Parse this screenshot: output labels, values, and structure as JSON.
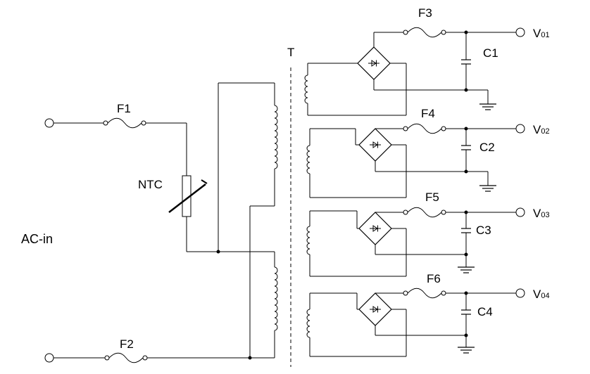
{
  "diagram": {
    "labels": {
      "f1": "F1",
      "f2": "F2",
      "ntc": "NTC",
      "ac_in": "AC-in",
      "t": "T",
      "f3": "F3",
      "f4": "F4",
      "f5": "F5",
      "f6": "F6",
      "c1": "C1",
      "c2": "C2",
      "c3": "C3",
      "c4": "C4"
    },
    "outputs": [
      {
        "main": "V",
        "sub": "01"
      },
      {
        "main": "V",
        "sub": "02"
      },
      {
        "main": "V",
        "sub": "03"
      },
      {
        "main": "V",
        "sub": "04"
      }
    ],
    "colors": {
      "line": "#000000",
      "background": "#ffffff"
    }
  }
}
